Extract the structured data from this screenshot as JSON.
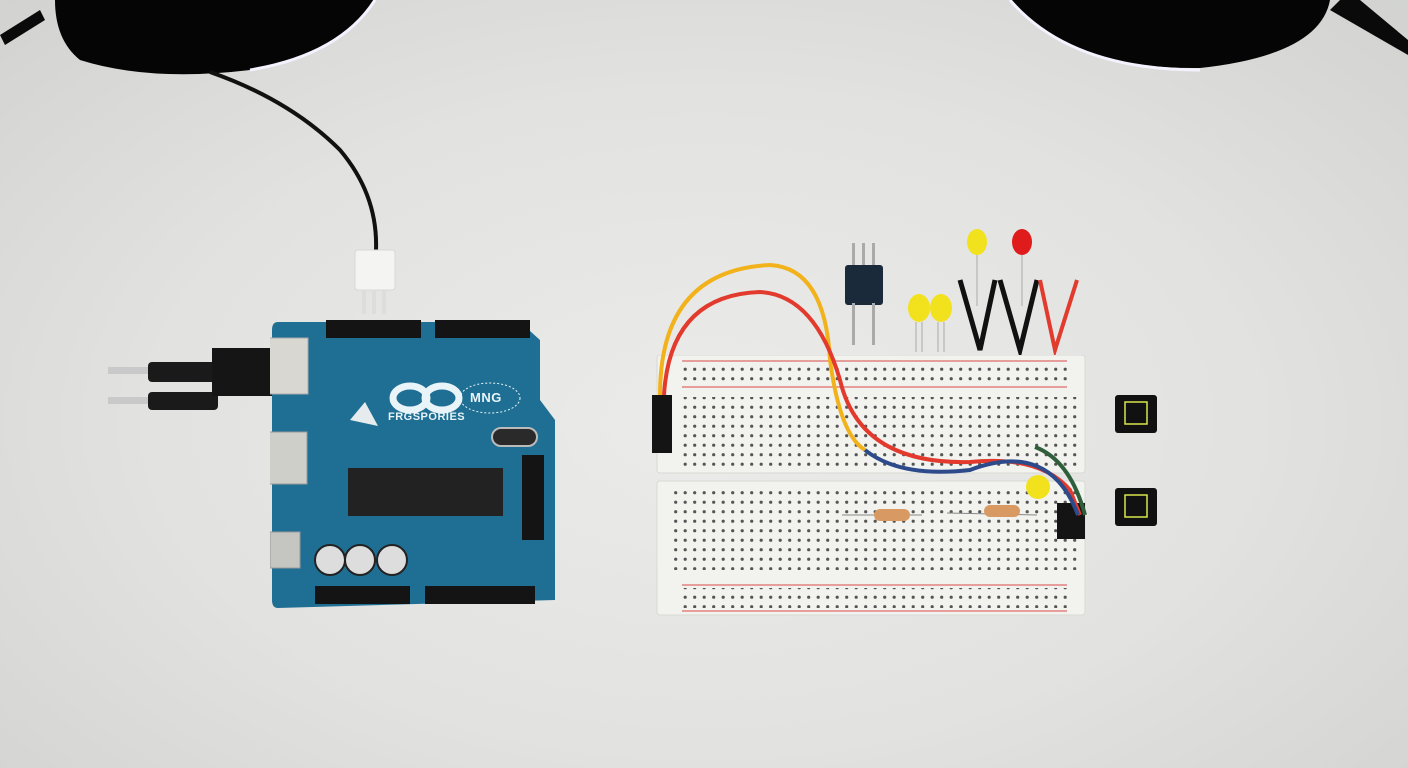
{
  "scene": {
    "description": "Top-down photo of an Arduino-style board beside a solderless breadboard with components",
    "background_color": "#e4e4e2"
  },
  "lamps": [
    {
      "name": "left-desk-lamp",
      "color": "#050505"
    },
    {
      "name": "right-desk-lamp",
      "color": "#050505"
    }
  ],
  "arduino": {
    "board_color": "#1f6f94",
    "brand_text": "FRGSPORIES",
    "badge_text": "MNG",
    "logo": "infinity-logo",
    "connectors": [
      "usb-b-port",
      "barrel-jack",
      "usb-c-port"
    ],
    "capacitors": 3,
    "chip": "dip-microcontroller"
  },
  "cables": {
    "usb_plugs": 2,
    "top_connector_color": "#f4f4f2",
    "cable_color": "#111111"
  },
  "breadboard": {
    "color": "#f2f2ef",
    "rail_color": "#d84a4a",
    "wires": [
      {
        "color": "#f2b21b",
        "name": "yellow-jumper"
      },
      {
        "color": "#e23a2c",
        "name": "red-jumper"
      },
      {
        "color": "#2d4a8a",
        "name": "blue-jumper"
      },
      {
        "color": "#2f5f3a",
        "name": "green-jumper"
      }
    ],
    "resistors": 2
  },
  "components": {
    "leds": [
      {
        "color": "#f2e21e",
        "name": "yellow-led"
      },
      {
        "color": "#f2e21e",
        "name": "yellow-led"
      },
      {
        "color": "#f2e21e",
        "name": "yellow-led"
      },
      {
        "color": "#e01b1b",
        "name": "red-led"
      },
      {
        "color": "#f2e21e",
        "name": "yellow-led-on-board"
      }
    ],
    "ic_module": "8-pin-module",
    "display_modules": 2,
    "bent_wires": [
      "black",
      "black",
      "red"
    ]
  }
}
